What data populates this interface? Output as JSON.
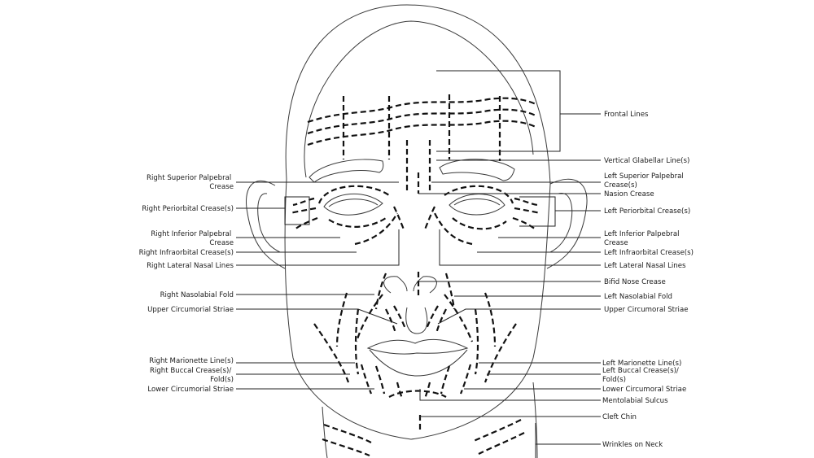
{
  "labels_left": [
    {
      "id": "right-superior-palpebral-crease",
      "lines": [
        "Right Superior Palpebral",
        "Crease"
      ]
    },
    {
      "id": "right-periorbital-creases",
      "lines": [
        "Right Periorbital Crease(s)"
      ]
    },
    {
      "id": "right-inferior-palpebral-crease",
      "lines": [
        "Right Inferior Palpebral",
        "Crease"
      ]
    },
    {
      "id": "right-infraorbital-creases",
      "lines": [
        "Right Infraorbital Crease(s)"
      ]
    },
    {
      "id": "right-lateral-nasal-lines",
      "lines": [
        "Right Lateral Nasal Lines"
      ]
    },
    {
      "id": "right-nasolabial-fold",
      "lines": [
        "Right Nasolabial Fold"
      ]
    },
    {
      "id": "upper-circumorial-striae-left",
      "lines": [
        "Upper Circumorial Striae"
      ]
    },
    {
      "id": "right-marionette-lines",
      "lines": [
        "Right Marionette Line(s)"
      ]
    },
    {
      "id": "right-buccal-creases",
      "lines": [
        "Right Buccal Crease(s)/",
        "Fold(s)"
      ]
    },
    {
      "id": "lower-circumorial-striae-left",
      "lines": [
        "Lower Circumorial Striae"
      ]
    }
  ],
  "labels_right": [
    {
      "id": "frontal-lines",
      "lines": [
        "Frontal Lines"
      ]
    },
    {
      "id": "vertical-glabellar-lines",
      "lines": [
        "Vertical Glabellar Line(s)"
      ]
    },
    {
      "id": "left-superior-palpebral-crease",
      "lines": [
        "Left Superior Palpebral",
        "Crease(s)"
      ]
    },
    {
      "id": "nasion-crease",
      "lines": [
        "Nasion Crease"
      ]
    },
    {
      "id": "left-periorbital-creases",
      "lines": [
        "Left Periorbital Crease(s)"
      ]
    },
    {
      "id": "left-inferior-palpebral-crease",
      "lines": [
        "Left Inferior Palpebral",
        "Crease"
      ]
    },
    {
      "id": "left-infraorbital-creases",
      "lines": [
        "Left Infraorbital Crease(s)"
      ]
    },
    {
      "id": "left-lateral-nasal-lines",
      "lines": [
        "Left Lateral Nasal Lines"
      ]
    },
    {
      "id": "bifid-nose-crease",
      "lines": [
        "Bifid Nose Crease"
      ]
    },
    {
      "id": "left-nasolabial-fold",
      "lines": [
        "Left Nasolabial Fold"
      ]
    },
    {
      "id": "upper-circumoral-striae-right",
      "lines": [
        "Upper Circumoral Striae"
      ]
    },
    {
      "id": "left-marionette-lines",
      "lines": [
        "Left Marionette Line(s)"
      ]
    },
    {
      "id": "left-buccal-creases",
      "lines": [
        "Left Buccal Crease(s)/",
        "Fold(s)"
      ]
    },
    {
      "id": "lower-circumoral-striae-right",
      "lines": [
        "Lower Circumoral Striae"
      ]
    },
    {
      "id": "mentolabial-sulcus",
      "lines": [
        "Mentolabial Sulcus"
      ]
    },
    {
      "id": "cleft-chin",
      "lines": [
        "Cleft Chin"
      ]
    },
    {
      "id": "wrinkles-on-neck",
      "lines": [
        "Wrinkles on Neck"
      ]
    }
  ],
  "colors": {
    "line": "#111111",
    "outline": "#3a3a3a",
    "text": "#1a1a1a",
    "background": "#ffffff"
  }
}
